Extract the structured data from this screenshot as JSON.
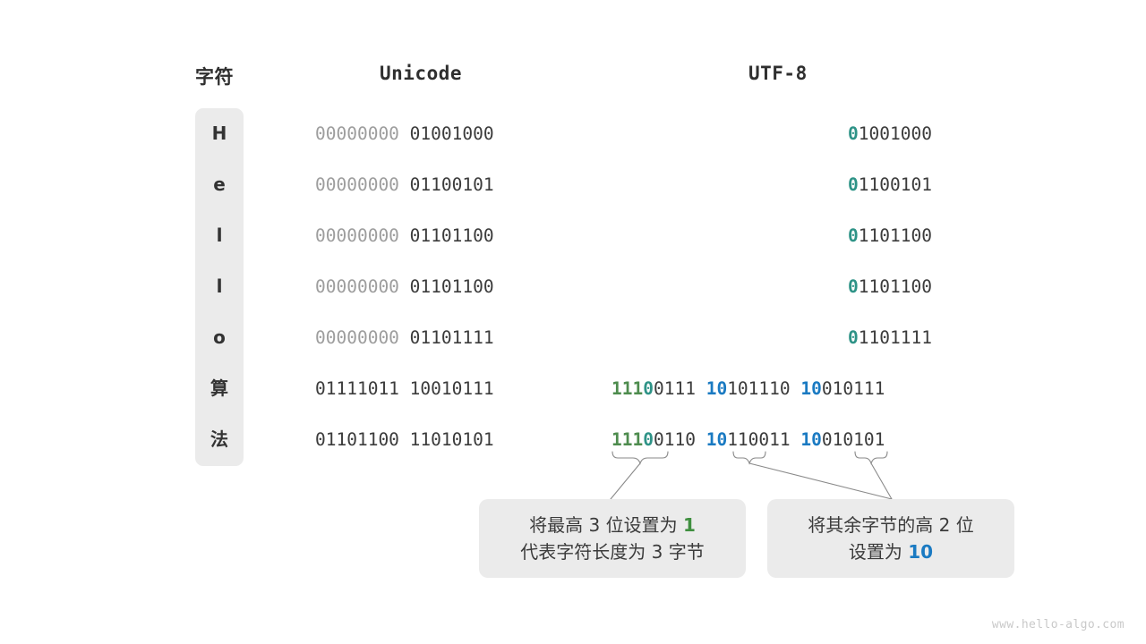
{
  "headers": {
    "character": "字符",
    "unicode": "Unicode",
    "utf8": "UTF-8"
  },
  "rows": [
    {
      "char": "H",
      "unicode_high": "00000000",
      "unicode_low": "01001000",
      "utf8_type": "single",
      "utf8_lead": "0",
      "utf8_rest": "1001000"
    },
    {
      "char": "e",
      "unicode_high": "00000000",
      "unicode_low": "01100101",
      "utf8_type": "single",
      "utf8_lead": "0",
      "utf8_rest": "1100101"
    },
    {
      "char": "l",
      "unicode_high": "00000000",
      "unicode_low": "01101100",
      "utf8_type": "single",
      "utf8_lead": "0",
      "utf8_rest": "1101100"
    },
    {
      "char": "l",
      "unicode_high": "00000000",
      "unicode_low": "01101100",
      "utf8_type": "single",
      "utf8_lead": "0",
      "utf8_rest": "1101100"
    },
    {
      "char": "o",
      "unicode_high": "00000000",
      "unicode_low": "01101111",
      "utf8_type": "single",
      "utf8_lead": "0",
      "utf8_rest": "1101111"
    },
    {
      "char": "算",
      "unicode_high": "01111011",
      "unicode_low": "10010111",
      "utf8_type": "multi",
      "b1_green": "111",
      "b1_teal": "0",
      "b1_rest": "0111",
      "b2_blue": "10",
      "b2_rest": "101110",
      "b3_blue": "10",
      "b3_rest": "010111"
    },
    {
      "char": "法",
      "unicode_high": "01101100",
      "unicode_low": "11010101",
      "utf8_type": "multi",
      "b1_green": "111",
      "b1_teal": "0",
      "b1_rest": "0110",
      "b2_blue": "10",
      "b2_rest": "110011",
      "b3_blue": "10",
      "b3_rest": "010101"
    }
  ],
  "callouts": [
    {
      "line1_pre": "将最高 3 位设置为 ",
      "line1_hl": "1",
      "line2": "代表字符长度为 3 字节"
    },
    {
      "line1": "将其余字节的高 2 位",
      "line2_pre": "设置为 ",
      "line2_hl": "10"
    }
  ],
  "watermark": "www.hello-algo.com",
  "colors": {
    "green": "#4e8c4e",
    "teal": "#2e9387",
    "blue": "#1a7ac2",
    "dim": "#9d9d9d",
    "text": "#3b3b3b",
    "panel": "#ebebeb",
    "connector": "#8a8a8a"
  }
}
